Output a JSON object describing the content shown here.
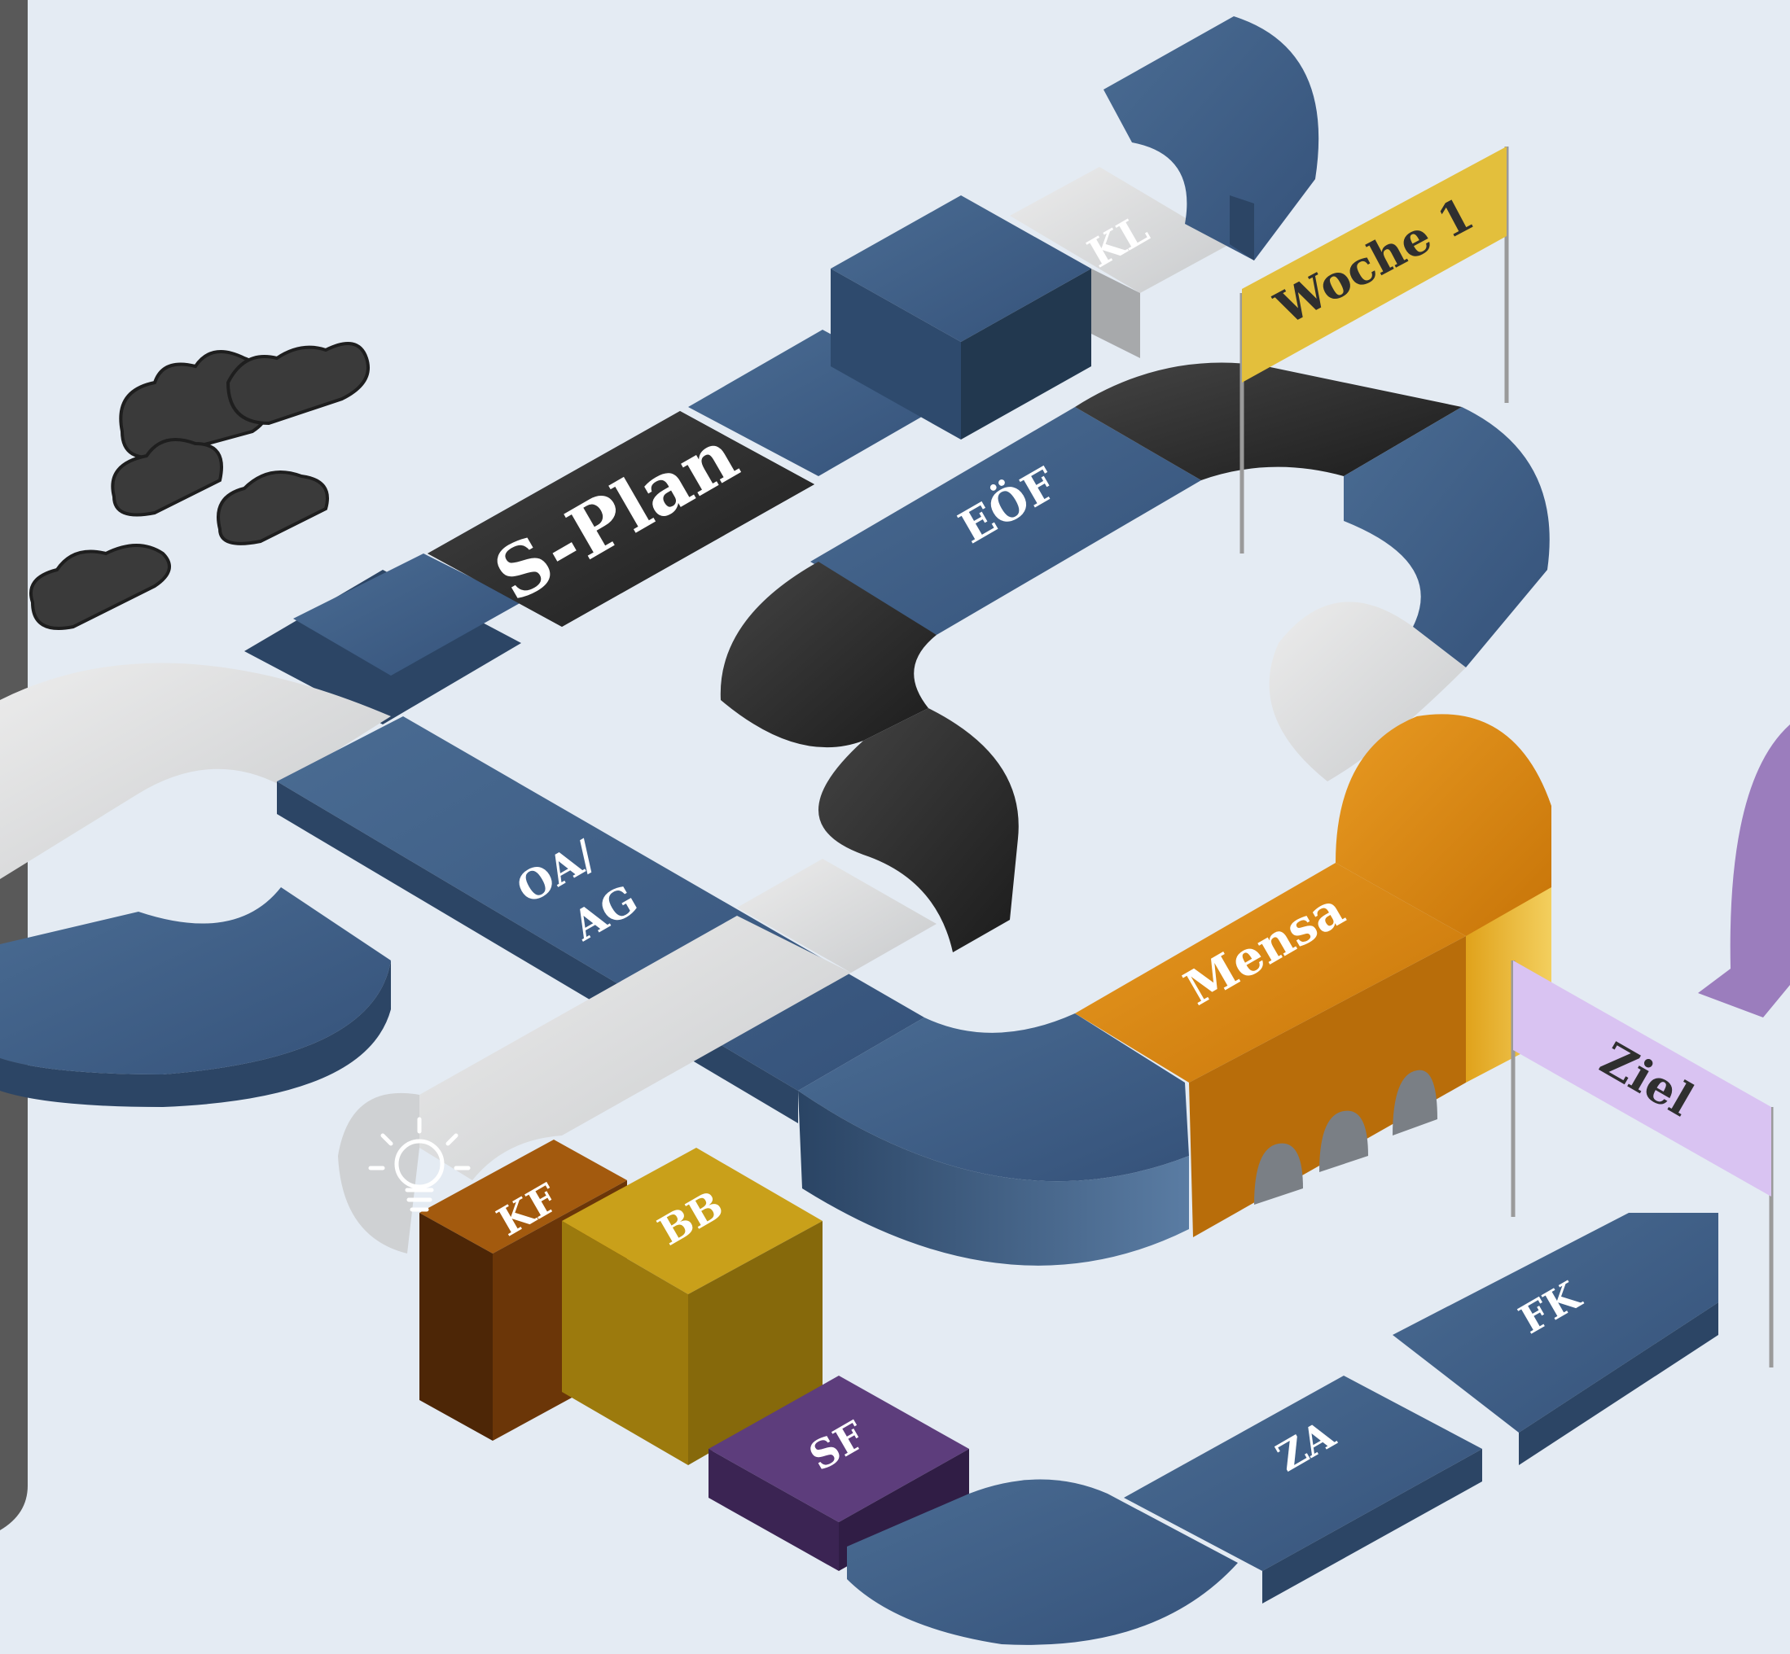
{
  "flags": {
    "start": "Woche 1",
    "finish": "Ziel"
  },
  "tiles": {
    "kl": "KL",
    "s_plan": "S-Plan",
    "eof": "EÖF",
    "oa_ag_line1": "OA/",
    "oa_ag_line2": "AG",
    "mensa": "Mensa",
    "kf": "KF",
    "bb": "BB",
    "sf": "SF",
    "za": "ZA",
    "fk": "FK"
  },
  "icons": {
    "lightbulb": "lightbulb-icon",
    "clouds": "cloud-icon",
    "arrow": "curved-arrow-icon"
  },
  "colors": {
    "background": "#e4ebf3",
    "track_blue": "#3f5e82",
    "track_blue_dark": "#2c4565",
    "track_grey": "#d2d4d7",
    "track_black": "#2a2a2a",
    "mensa_orange": "#d98a17",
    "kf_brown": "#8a4a0c",
    "bb_gold": "#b8900f",
    "sf_purple": "#5a3a78",
    "flag_gold": "#e3bf3c",
    "flag_lilac": "#d9c3f2",
    "arrow_purple": "#9b7dbd",
    "sidebar_grey": "#595959"
  }
}
